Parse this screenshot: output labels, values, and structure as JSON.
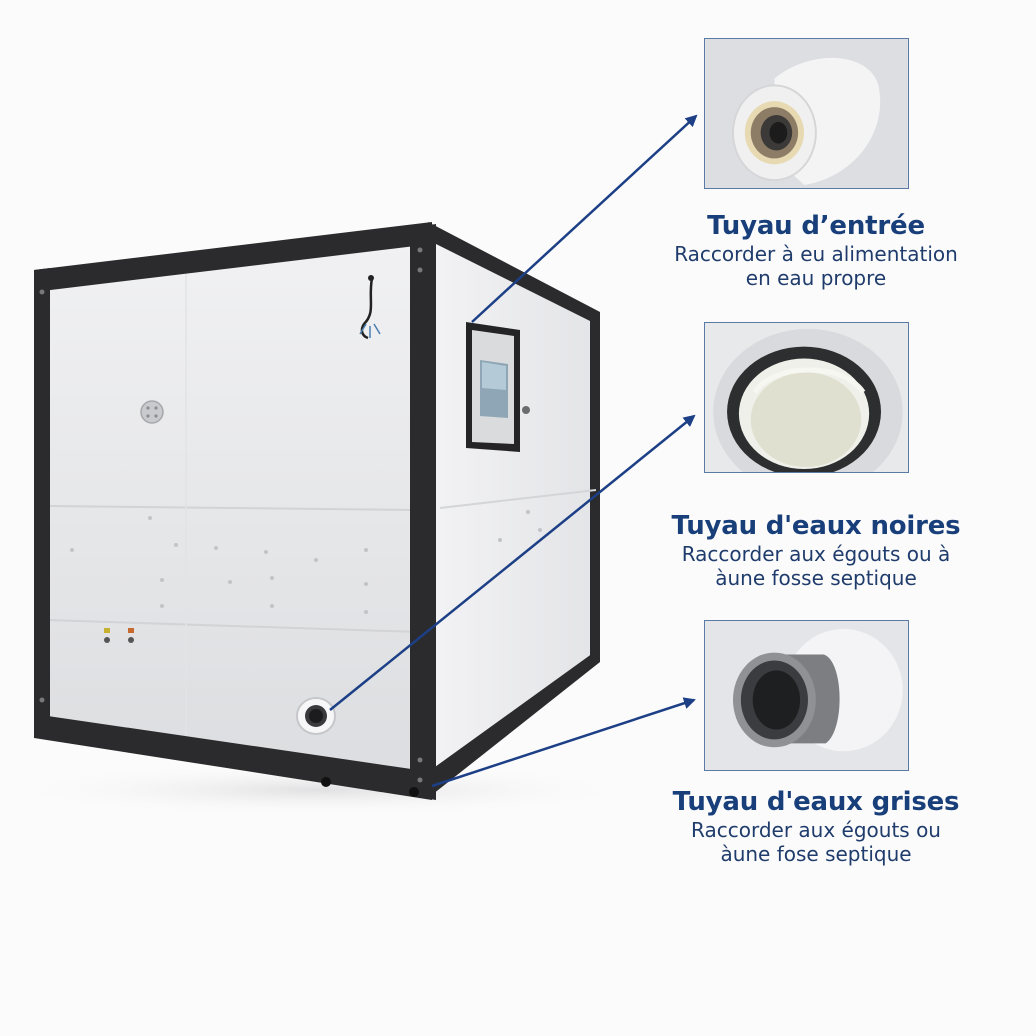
{
  "callouts": [
    {
      "title": "Tuyau d’entrée",
      "line1": "Raccorder à eu alimentation",
      "line2": "en eau propre",
      "icon": "inlet-pipe-icon"
    },
    {
      "title": "Tuyau d'eaux noires",
      "line1": "Raccorder aux égouts ou à",
      "line2": "àune fosse septique",
      "icon": "blackwater-pipe-icon"
    },
    {
      "title": "Tuyau d'eaux grises",
      "line1": "Raccorder aux égouts ou",
      "line2": "àune fose septique",
      "icon": "greywater-pipe-icon"
    }
  ],
  "colors": {
    "arrow": "#1c3f86",
    "title": "#183f7a",
    "frame": "#2b2b2d",
    "panel": "#ececee"
  }
}
